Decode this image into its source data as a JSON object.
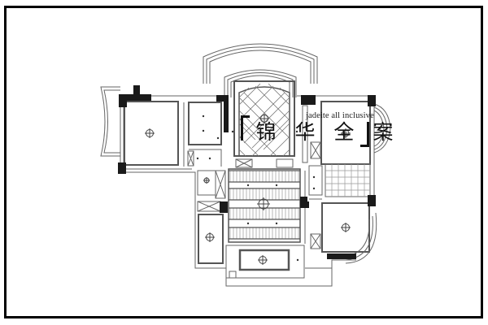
{
  "watermark": {
    "english": "jadeite all inclusive",
    "chinese": [
      "锦",
      "华",
      "全",
      "案"
    ]
  },
  "colors": {
    "wall": "#1a1a1a",
    "line": "#555555",
    "thin_line": "#888888",
    "background": "#ffffff",
    "frame": "#000000"
  }
}
